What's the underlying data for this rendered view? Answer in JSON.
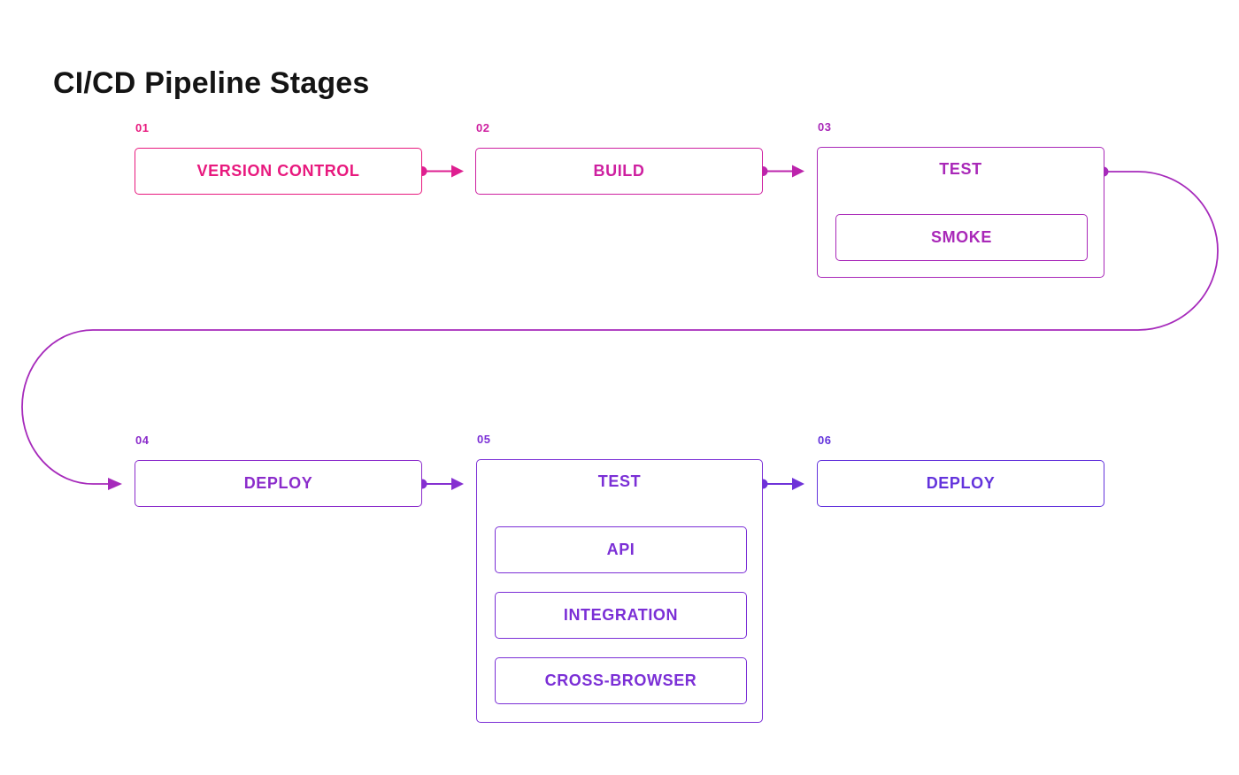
{
  "title": "CI/CD Pipeline Stages",
  "stages": [
    {
      "number": "01",
      "label": "VERSION CONTROL",
      "color": "#E8197E",
      "children": []
    },
    {
      "number": "02",
      "label": "BUILD",
      "color": "#CE20A0",
      "children": []
    },
    {
      "number": "03",
      "label": "TEST",
      "color": "#A928B8",
      "children": [
        {
          "label": "SMOKE"
        }
      ]
    },
    {
      "number": "04",
      "label": "DEPLOY",
      "color": "#8B2CCB",
      "children": []
    },
    {
      "number": "05",
      "label": "TEST",
      "color": "#7B2FD6",
      "children": [
        {
          "label": "API"
        },
        {
          "label": "INTEGRATION"
        },
        {
          "label": "CROSS-BROWSER"
        }
      ]
    },
    {
      "number": "06",
      "label": "DEPLOY",
      "color": "#6333DC",
      "children": []
    }
  ],
  "connectors": [
    {
      "from": "01",
      "to": "02",
      "color": "#DE1F90"
    },
    {
      "from": "02",
      "to": "03",
      "color": "#BC24AC"
    },
    {
      "from": "03",
      "to": "04",
      "color": "#A62ABB"
    },
    {
      "from": "04",
      "to": "05",
      "color": "#8530D1"
    },
    {
      "from": "05",
      "to": "06",
      "color": "#6F32D9"
    }
  ]
}
